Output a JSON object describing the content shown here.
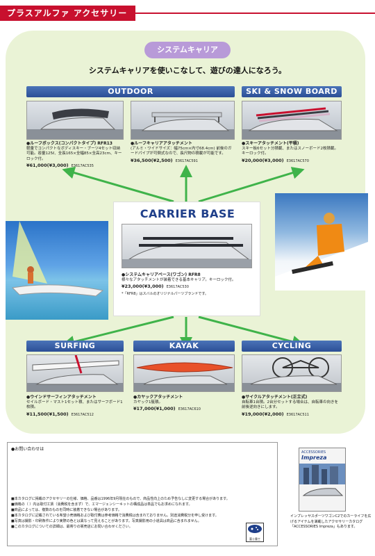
{
  "header": {
    "title": "プラスアルファ アクセサリー"
  },
  "section_title": "システムキャリア",
  "lead": "システムキャリアを使いこなして、遊びの達人になろう。",
  "categories": {
    "outdoor": "OUTDOOR",
    "ski": "SKI & SNOW BOARD",
    "base": "CARRIER BASE",
    "surfing": "SURFING",
    "kayak": "KAYAK",
    "cycling": "CYCLING"
  },
  "products": {
    "roofbox": {
      "name": "●ルーフボックス(コンパクトタイプ) RFR13",
      "desc": "軽量でコンパクトなボディスキー・ブーツ4セット収納可能。容量125ℓ、全長165×全幅85×全高23cm、キーロック付。",
      "price": "¥61,000(¥3,000)",
      "code": "E3617AC535"
    },
    "roofcarrier": {
      "name": "●ルーフキャリアアタッチメント",
      "desc": "(アルミ・ワイドサイズ：幅75cm×内寸68.4cm) 前後のガードパイプが可倒式なので、長尺物の積載が可能です。",
      "price": "¥36,500(¥2,500)",
      "code": "E3617AC591"
    },
    "ski": {
      "name": "●スキーアタッチメント(平積)",
      "desc": "スキー板6セット分積載、またはスノーボード2枚積載。キーロック付。",
      "price": "¥20,000(¥3,000)",
      "code": "E3617AC570"
    },
    "base": {
      "name": "●システムキャリアベース(ワゴン) RFR8",
      "desc": "様々なアタッチメントが装着できる基本キャリア。キーロック付。",
      "price": "¥23,000(¥3,000)",
      "code": "E3617AC530",
      "note": "*「RFR8」はスバルのオリジナルパーツブランドです。"
    },
    "surf": {
      "name": "●ウインドサーフィンアタッチメント",
      "desc": "セイルボード・マスト1セット積、またはサーフボード1枚積。",
      "price": "¥11,500(¥1,500)",
      "code": "E3617AC512"
    },
    "kayak": {
      "name": "●カヤックアタッチメント",
      "desc": "カヤック1艇積。",
      "price": "¥17,000(¥1,000)",
      "code": "E3617AC610"
    },
    "cycle": {
      "name": "●サイクルアタッチメント(正立式)",
      "desc": "自転車1台積。2台分セットする場合は、自転車の向きを前後逆向きにします。",
      "price": "¥19,000(¥2,000)",
      "code": "E3617AC511"
    }
  },
  "footer": {
    "contact": "●お問い合わせは",
    "notes": [
      "■本カタログに掲載のアクセサリーの仕様、価格、品番は1996年9月現在のもので、商品性向上のため予告なしに変更する場合があります。",
      "■価格の（ ）内は取付工賃（消費税を含まず）で、エマージェンシーキットの構成品は単品でもお求めになれます。",
      "■商品によっては、複数のものを同時に装着できない場合があります。",
      "■本カタログに記載されている希望小売価格および取付費は参考価格で消費税は含まれておりません。別途消費税分を申し受けます。",
      "■写真は撮影・印刷条件により実際の色とは異なって見えることがあります。写真撮影用の小道具は商品に含まれません。",
      "■このカタログについての詳細は、最寄りの販売店にお問い合わせください。"
    ],
    "logo_caption": "富士重工",
    "catalog_label": "ACCESSORIES",
    "catalog_title": "Impreza",
    "catalog_caption": "インプレッサスポーツワゴンC2でのカーライフを広げるアイテムを満載したアクセサリーカタログ「ACCESSORIES Impreza」もあります。"
  },
  "colors": {
    "header_red": "#c8102e",
    "panel_green": "#eaf3d6",
    "category_blue": "#2c4f96",
    "arrow_green": "#3fb34a",
    "pill_purple": "#b89ad8"
  }
}
